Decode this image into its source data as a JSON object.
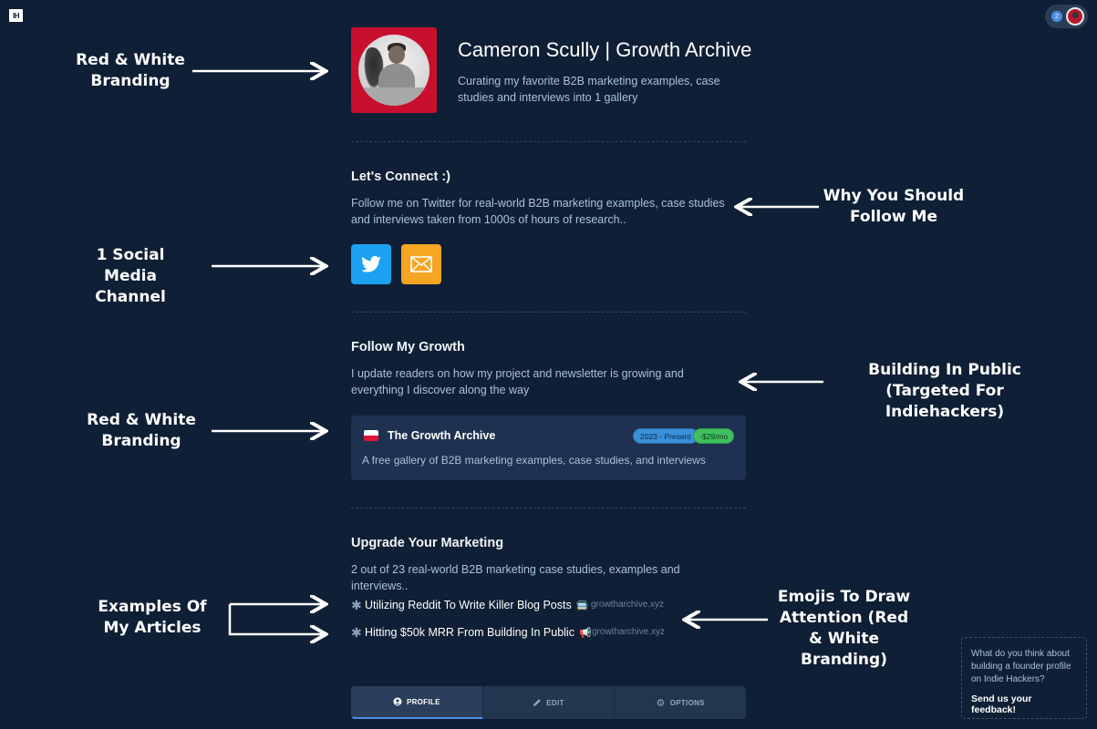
{
  "site": {
    "logo_text": "IH"
  },
  "topbar": {
    "notification_count": "2"
  },
  "profile": {
    "name": "Cameron Scully | Growth Archive",
    "tagline": "Curating my favorite B2B marketing examples, case studies and interviews into 1 gallery",
    "brand_color": "#c8102e"
  },
  "connect": {
    "title": "Let's Connect :)",
    "description": "Follow me on Twitter for real-world B2B marketing examples, case studies and interviews taken from 1000s of hours of research..",
    "buttons": [
      {
        "icon": "twitter-icon",
        "color": "#1da1f2"
      },
      {
        "icon": "email-icon",
        "color": "#f5a623"
      }
    ]
  },
  "growth": {
    "title": "Follow My Growth",
    "description": "I update readers on how my project and newsletter is growing and everything I discover along the way",
    "project": {
      "icon": "flag-icon",
      "name": "The Growth Archive",
      "date_badge": "2023 - Present",
      "price_badge": "-$29/mo",
      "description": "A free gallery of B2B marketing examples, case studies, and interviews"
    }
  },
  "upgrade": {
    "title": "Upgrade Your Marketing",
    "description": "2 out of 23 real-world B2B marketing case studies, examples and interviews..",
    "articles": [
      {
        "title": "Utilizing Reddit To Write Killer Blog Posts",
        "emoji": "🚍",
        "domain": "growtharchive.xyz"
      },
      {
        "title": "Hitting $50k MRR From Building In Public",
        "emoji": "📢",
        "domain": "growtharchive.xyz"
      }
    ]
  },
  "tabs": [
    {
      "label": "PROFILE",
      "icon": "user-circle-icon",
      "active": true
    },
    {
      "label": "EDIT",
      "icon": "pencil-icon",
      "active": false
    },
    {
      "label": "OPTIONS",
      "icon": "gear-icon",
      "active": false
    }
  ],
  "feedback": {
    "question": "What do you think about building a founder profile on Indie Hackers?",
    "link": "Send us your feedback!"
  },
  "annotations": {
    "red_white_1": "Red & White Branding",
    "social": "1 Social Media Channel",
    "red_white_2": "Red & White Branding",
    "examples": "Examples Of My Articles",
    "why_follow": "Why You Should Follow Me",
    "building_public": "Building In Public (Targeted For Indiehackers)",
    "emojis": "Emojis To Draw Attention (Red & White Branding)"
  }
}
